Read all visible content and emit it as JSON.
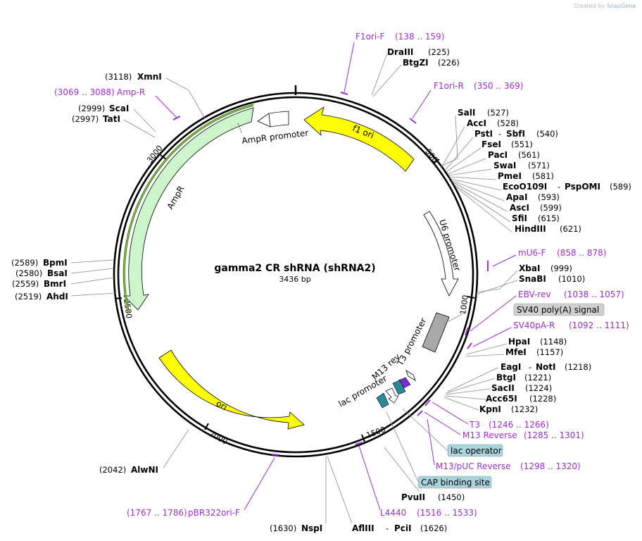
{
  "credit": "Created by",
  "credit_brand": "SnapGene",
  "plasmid": {
    "name": "gamma2 CR shRNA (shRNA2)",
    "length": "3436 bp"
  },
  "ticks": [
    "500",
    "1000",
    "1500",
    "2000",
    "2500",
    "3000"
  ],
  "features": {
    "f1ori": "f1 ori",
    "amprpromoter": "AmpR promoter",
    "ampr": "AmpR",
    "u6": "U6 promoter",
    "t3": "T3 promoter",
    "m13rev": "M13 rev",
    "lac": "lac promoter",
    "ori": "ori"
  },
  "sites_left": [
    {
      "pos": "(3118)",
      "name": "XmnI"
    },
    {
      "pos": "(2999)",
      "name": "ScaI"
    },
    {
      "pos": "(2997)",
      "name": "TatI"
    },
    {
      "pos": "(2589)",
      "name": "BpmI"
    },
    {
      "pos": "(2580)",
      "name": "BsaI"
    },
    {
      "pos": "(2559)",
      "name": "BmrI"
    },
    {
      "pos": "(2519)",
      "name": "AhdI"
    },
    {
      "pos": "(2042)",
      "name": "AlwNI"
    }
  ],
  "sites_top": [
    {
      "name": "DraIII",
      "pos": "(225)"
    },
    {
      "name": "BtgZI",
      "pos": "(226)"
    }
  ],
  "sites_right": [
    {
      "name": "SalI",
      "pos": "(527)"
    },
    {
      "name": "AccI",
      "pos": "(528)"
    },
    {
      "name": "PstI",
      "name2": "SbfI",
      "pos": "(540)"
    },
    {
      "name": "FseI",
      "pos": "(551)"
    },
    {
      "name": "PacI",
      "pos": "(561)"
    },
    {
      "name": "SwaI",
      "pos": "(571)"
    },
    {
      "name": "PmeI",
      "pos": "(581)"
    },
    {
      "name": "EcoO109I",
      "name2": "PspOMI",
      "pos": "(589)"
    },
    {
      "name": "ApaI",
      "pos": "(593)"
    },
    {
      "name": "AscI",
      "pos": "(599)"
    },
    {
      "name": "SfiI",
      "pos": "(615)"
    },
    {
      "name": "HindIII",
      "pos": "(621)"
    },
    {
      "name": "XbaI",
      "pos": "(999)"
    },
    {
      "name": "SnaBI",
      "pos": "(1010)"
    },
    {
      "name": "HpaI",
      "pos": "(1148)"
    },
    {
      "name": "MfeI",
      "pos": "(1157)"
    },
    {
      "name": "EagI",
      "name2": "NotI",
      "pos": "(1218)"
    },
    {
      "name": "BtgI",
      "pos": "(1221)"
    },
    {
      "name": "SacII",
      "pos": "(1224)"
    },
    {
      "name": "Acc65I",
      "pos": "(1228)"
    },
    {
      "name": "KpnI",
      "pos": "(1232)"
    }
  ],
  "sites_bottom": [
    {
      "name": "PvuII",
      "pos": "(1450)"
    },
    {
      "pos": "(1630)",
      "name": "NspI"
    },
    {
      "name": "AflIII",
      "name2": "PciI",
      "pos": "(1626)"
    }
  ],
  "primers": [
    {
      "name": "F1ori-F",
      "range": "(138 .. 159)"
    },
    {
      "name": "F1ori-R",
      "range": "(350 .. 369)"
    },
    {
      "name": "Amp-R",
      "range": "(3069 .. 3088)"
    },
    {
      "name": "mU6-F",
      "range": "(858 .. 878)"
    },
    {
      "name": "EBV-rev",
      "range": "(1038 .. 1057)"
    },
    {
      "name": "SV40pA-R",
      "range": "(1092 .. 1111)"
    },
    {
      "name": "T3",
      "range": "(1246 .. 1266)"
    },
    {
      "name": "M13 Reverse",
      "range": "(1285 .. 1301)"
    },
    {
      "name": "M13/pUC Reverse",
      "range": "(1298 .. 1320)"
    },
    {
      "name": "L4440",
      "range": "(1516 .. 1533)"
    },
    {
      "name": "pBR322ori-F",
      "range": "(1767 .. 1786)"
    }
  ],
  "boxes": {
    "sv40": "SV40 poly(A) signal",
    "lacop": "lac operator",
    "cap": "CAP binding site"
  },
  "colors": {
    "yellow": "#ffff00",
    "green_light": "#ccf5cc",
    "gray_feature": "#a8a8a8",
    "primer": "#9b2fd0",
    "box_gray": "#d0d0d0",
    "box_blue": "#a8d4de",
    "teal": "#2a8a96",
    "purple": "#7b2fd0"
  }
}
